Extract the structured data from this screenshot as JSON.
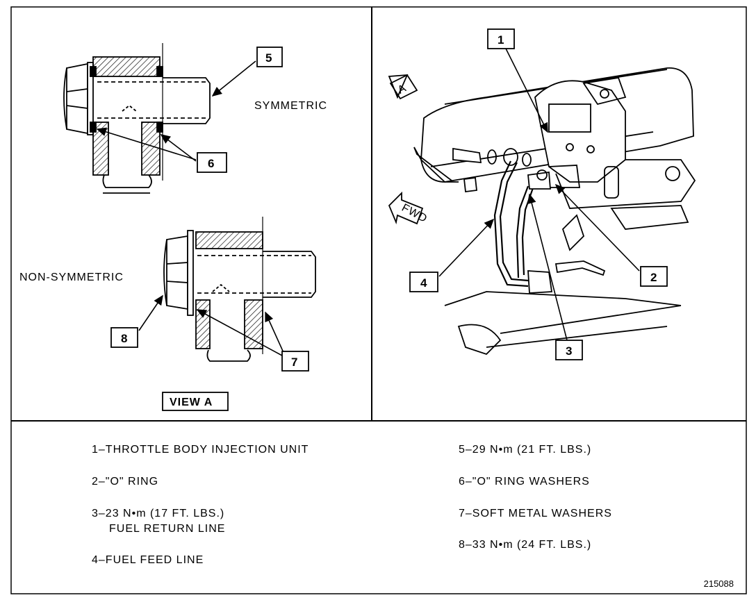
{
  "view_a": {
    "symmetric_label": "SYMMETRIC",
    "non_symmetric_label": "NON-SYMMETRIC",
    "view_label": "VIEW  A"
  },
  "engine": {
    "arrow_a_label": "A",
    "fwd_label": "FWD"
  },
  "callouts": [
    "1",
    "2",
    "3",
    "4",
    "5",
    "6",
    "7",
    "8"
  ],
  "legend": {
    "left": [
      "1–THROTTLE BODY INJECTION UNIT",
      "2–\"O\" RING",
      "3–23 N•m (17 FT. LBS.)",
      "FUEL RETURN LINE",
      "4–FUEL FEED LINE"
    ],
    "right": [
      "5–29 N•m (21 FT. LBS.)",
      "6–\"O\" RING WASHERS",
      "7–SOFT METAL WASHERS",
      "8–33 N•m (24 FT. LBS.)"
    ]
  },
  "figure_number": "215088"
}
